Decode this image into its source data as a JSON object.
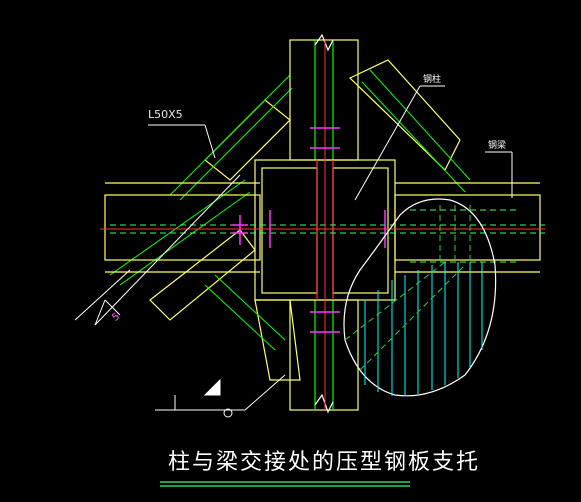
{
  "drawing": {
    "title": "柱与梁交接处的压型钢板支托",
    "labels": {
      "angle_steel": "L50X5",
      "steel_column": "钢柱",
      "steel_beam": "钢梁",
      "weld_size": "5"
    },
    "colors": {
      "background": "#000000",
      "structure": "#ffff66",
      "stiffener": "#00ff00",
      "dashed_line": "#33ff66",
      "bolts": "#ff33ff",
      "centerline": "#ff3333",
      "hatch_fill": "#00ffff",
      "hatch_line": "#33cc33",
      "leader": "#ffffff",
      "title_underline": "#33ff66"
    }
  }
}
